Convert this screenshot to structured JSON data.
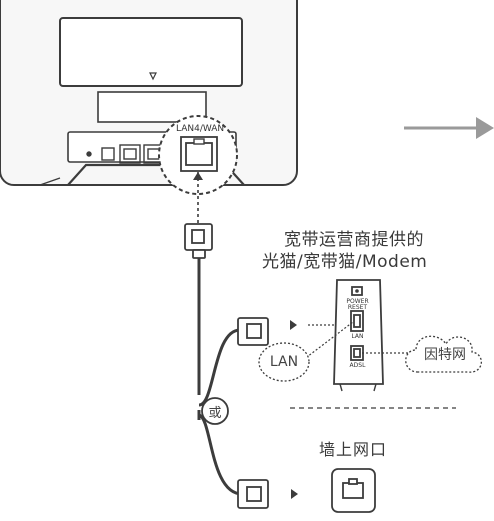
{
  "router": {
    "port_label": "LAN4/WAN"
  },
  "modem": {
    "title_line1": "宽带运营商提供的",
    "title_line2": "光猫/宽带猫/Modem",
    "power_label": "POWER",
    "reset_label": "RESET",
    "lan_port_label": "LAN",
    "adsl_port_label": "ADSL"
  },
  "callouts": {
    "lan": "LAN",
    "internet": "因特网",
    "or": "或"
  },
  "wall": {
    "label": "墙上网口"
  },
  "colors": {
    "line": "#3c3c3c",
    "arrow": "#9a9a9a",
    "router_body": "#f7f7f7"
  }
}
